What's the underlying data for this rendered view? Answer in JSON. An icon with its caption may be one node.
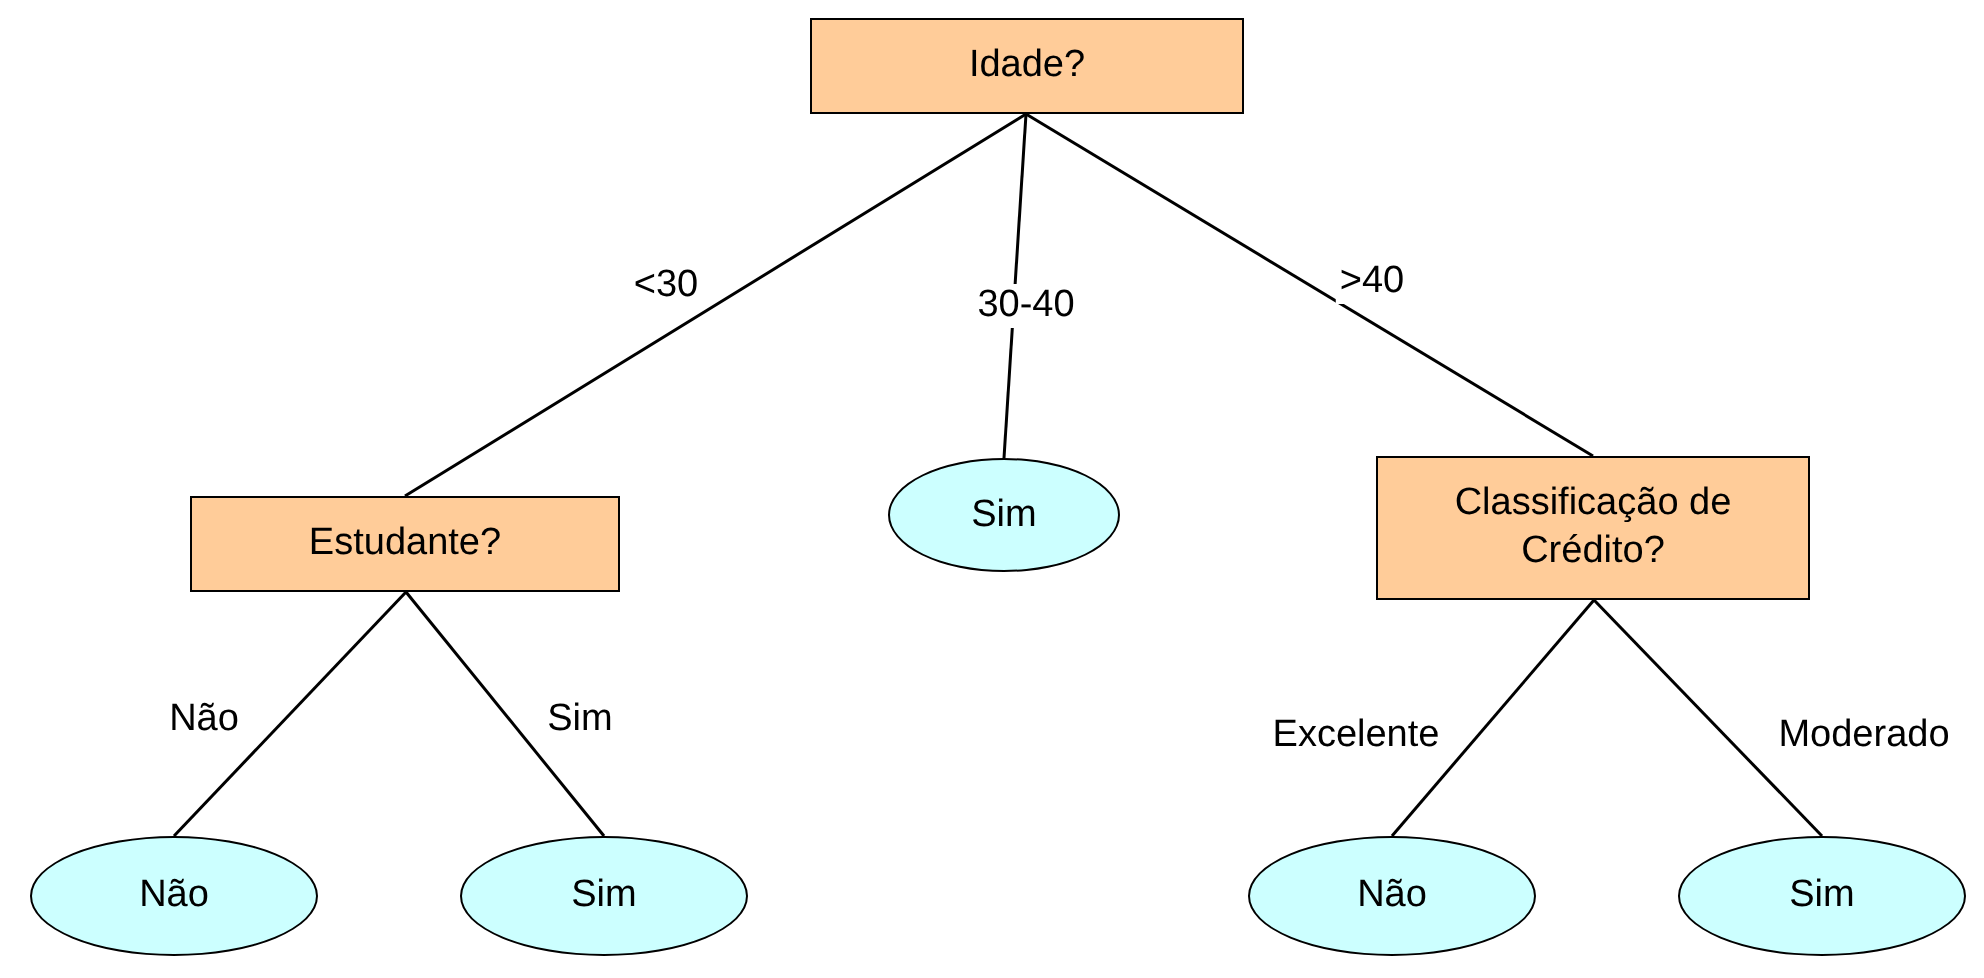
{
  "diagram": {
    "nodes": [
      {
        "text": [
          "Idade?"
        ]
      },
      {
        "text": [
          "Estudante?"
        ]
      },
      {
        "text": [
          "Sim"
        ]
      },
      {
        "text": [
          "Classificação de Crédito?"
        ]
      },
      {
        "text": [
          "Não"
        ]
      },
      {
        "text": [
          "Sim"
        ]
      },
      {
        "text": [
          "Não"
        ]
      },
      {
        "text": [
          "Sim"
        ]
      }
    ],
    "edges": [
      {
        "from": 0,
        "to": 1,
        "arrow": "none",
        "label": "<30"
      },
      {
        "from": 0,
        "to": 2,
        "arrow": "none",
        "label": "30-40"
      },
      {
        "from": 0,
        "to": 3,
        "arrow": "none",
        "label": ">40"
      },
      {
        "from": 1,
        "to": 4,
        "arrow": "none",
        "label": "Não"
      },
      {
        "from": 1,
        "to": 5,
        "arrow": "none",
        "label": "Sim"
      },
      {
        "from": 3,
        "to": 6,
        "arrow": "none",
        "label": "Excelente"
      },
      {
        "from": 3,
        "to": 7,
        "arrow": "none",
        "label": "Moderado"
      }
    ]
  }
}
